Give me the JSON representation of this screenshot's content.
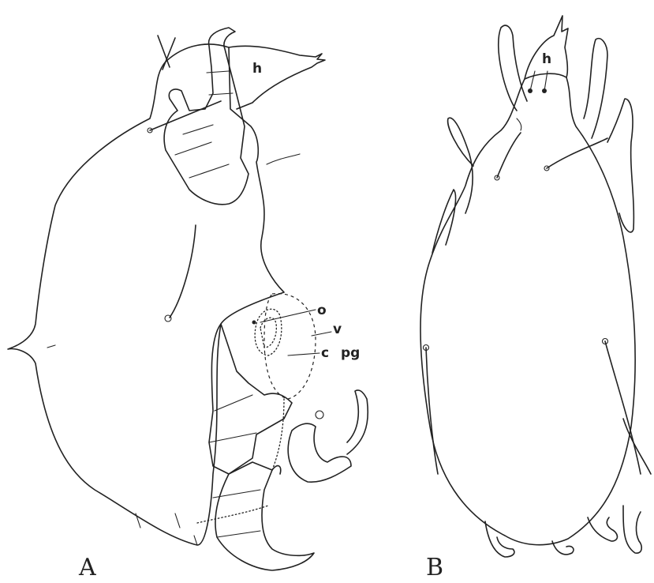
{
  "figure": {
    "panels": [
      {
        "id": "A",
        "label": "A"
      },
      {
        "id": "B",
        "label": "B"
      }
    ],
    "labels_A": {
      "h": "h",
      "o": "o",
      "v": "v",
      "c": "c",
      "pg": "pg"
    },
    "labels_B": {
      "h": "h"
    }
  }
}
